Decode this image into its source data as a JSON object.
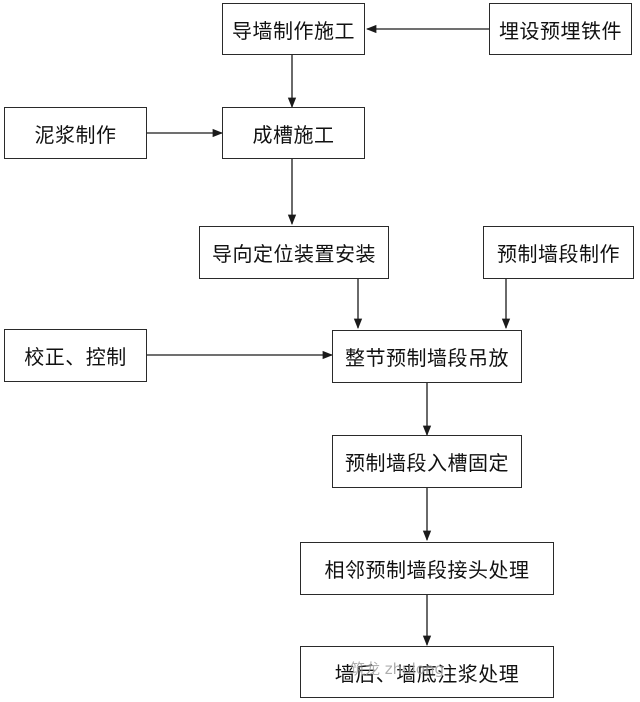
{
  "nodes": {
    "guide_wall": "导墙制作施工",
    "embed_iron": "埋设预埋铁件",
    "slurry": "泥浆制作",
    "trenching": "成槽施工",
    "positioning": "导向定位装置安装",
    "precast_make": "预制墙段制作",
    "correction": "校正、控制",
    "hoisting": "整节预制墙段吊放",
    "fixing": "预制墙段入槽固定",
    "joint": "相邻预制墙段接头处理",
    "grouting": "墙后、墙底注浆处理"
  },
  "watermark": "筑龙 zhulong"
}
